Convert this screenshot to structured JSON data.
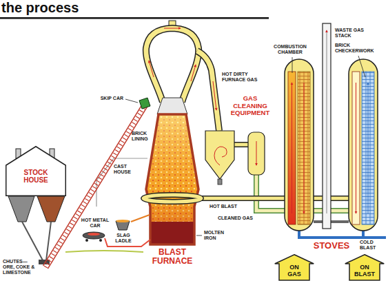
{
  "diagram": {
    "title": "the process",
    "nodes": [
      {
        "text": [
          "STOCK HOUSE"
        ]
      },
      {
        "text": [
          "ON GAS"
        ]
      },
      {
        "text": [
          "ON BLAST"
        ]
      }
    ],
    "labels": [
      "SKIP CAR",
      "HOT DIRTY FURNACE GAS",
      "GAS CLEANING EQUIPMENT",
      "COMBUSTION CHAMBER",
      "WASTE GAS STACK",
      "BRICK CHECKERWORK",
      "BRICK LINING",
      "CAST HOUSE",
      "HOT BLAST",
      "CLEANED GAS",
      "HOT METAL CAR",
      "SLAG LADLE",
      "BLAST FURNACE",
      "MOLTEN IRON",
      "STOVES",
      "COLD BLAST",
      "CHUTES— ORE, COKE & LIMESTONE"
    ]
  }
}
